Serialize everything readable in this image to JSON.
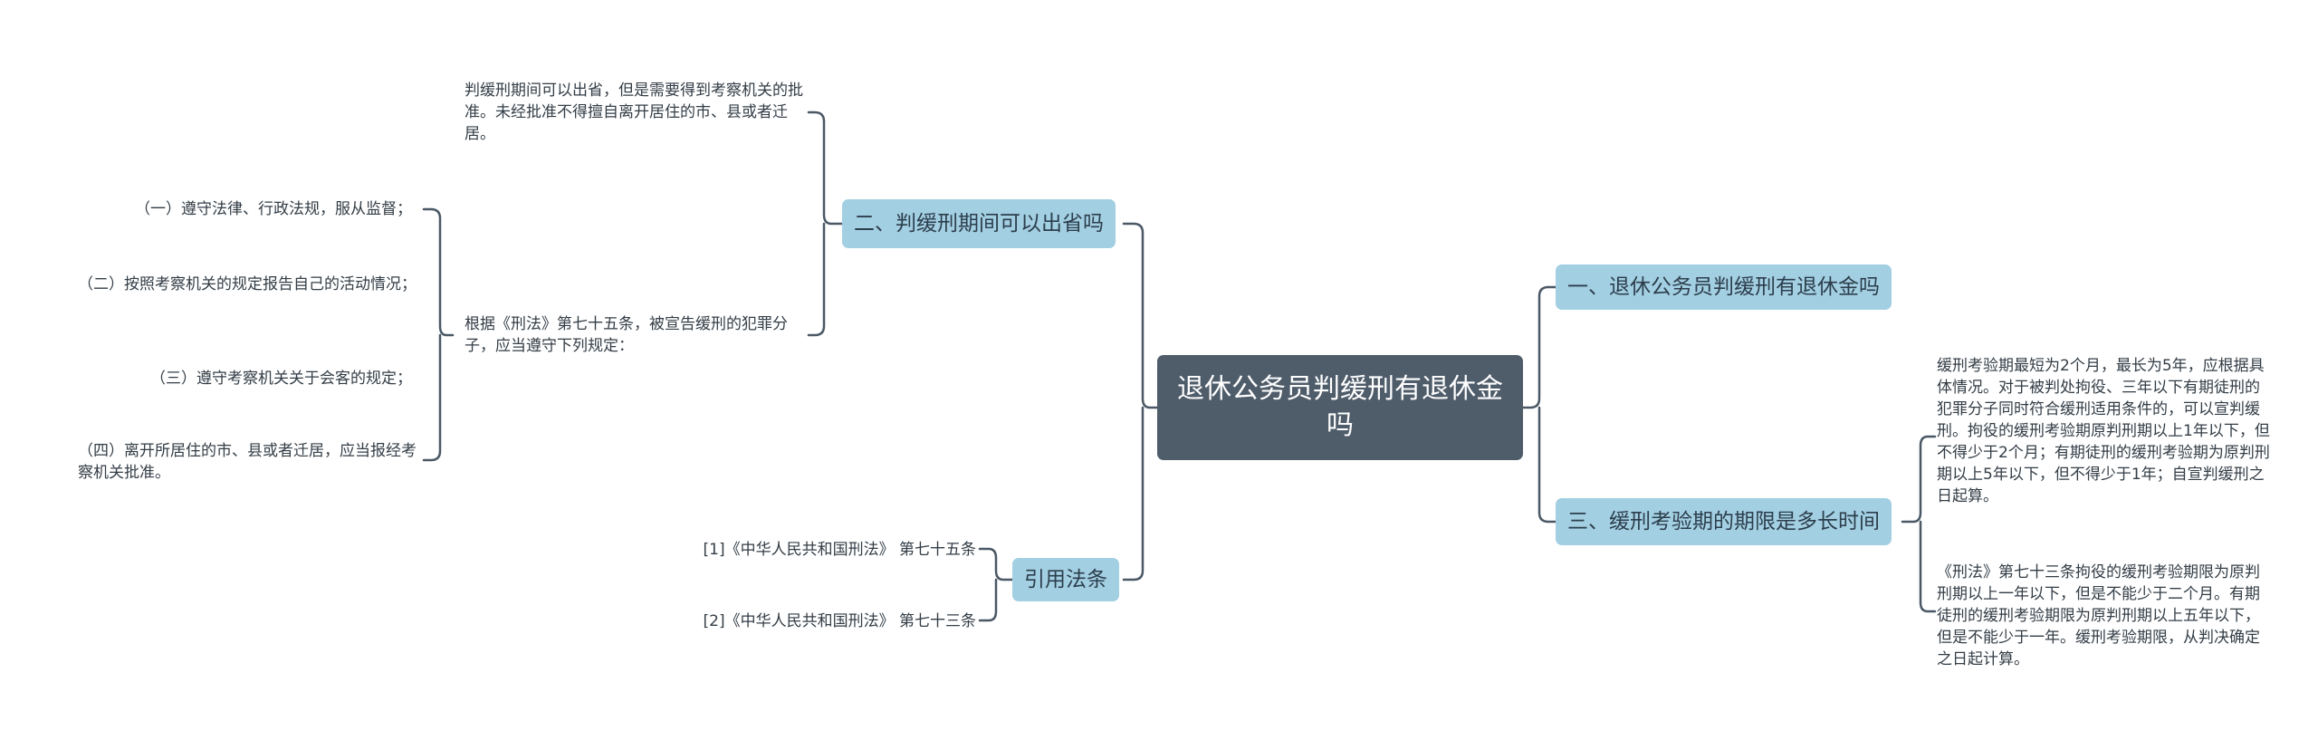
{
  "root": {
    "title": "退休公务员判缓刑有退休金吗"
  },
  "branches": {
    "b1": {
      "label": "一、退休公务员判缓刑有退休金吗"
    },
    "b2": {
      "label": "二、判缓刑期间可以出省吗",
      "text1": "判缓刑期间可以出省，但是需要得到考察机关的批准。未经批准不得擅自离开居住的市、县或者迁居。",
      "text2": "根据《刑法》第七十五条，被宣告缓刑的犯罪分子，应当遵守下列规定：",
      "rules": [
        "（一）遵守法律、行政法规，服从监督；",
        "（二）按照考察机关的规定报告自己的活动情况；",
        "（三）遵守考察机关关于会客的规定；",
        "（四）离开所居住的市、县或者迁居，应当报经考察机关批准。"
      ]
    },
    "b3": {
      "label": "三、缓刑考验期的期限是多长时间",
      "text1": "缓刑考验期最短为2个月，最长为5年，应根据具体情况。对于被判处拘役、三年以下有期徒刑的犯罪分子同时符合缓刑适用条件的，可以宣判缓刑。拘役的缓刑考验期原判刑期以上1年以下，但不得少于2个月；有期徒刑的缓刑考验期为原判刑期以上5年以下，但不得少于1年；自宣判缓刑之日起算。",
      "text2": "《刑法》第七十三条拘役的缓刑考验期限为原判刑期以上一年以下，但是不能少于二个月。有期徒刑的缓刑考验期限为原判刑期以上五年以下，但是不能少于一年。缓刑考验期限，从判决确定之日起计算。"
    },
    "b4": {
      "label": "引用法条",
      "refs": [
        "[1]《中华人民共和国刑法》 第七十五条",
        "[2]《中华人民共和国刑法》 第七十三条"
      ]
    }
  }
}
